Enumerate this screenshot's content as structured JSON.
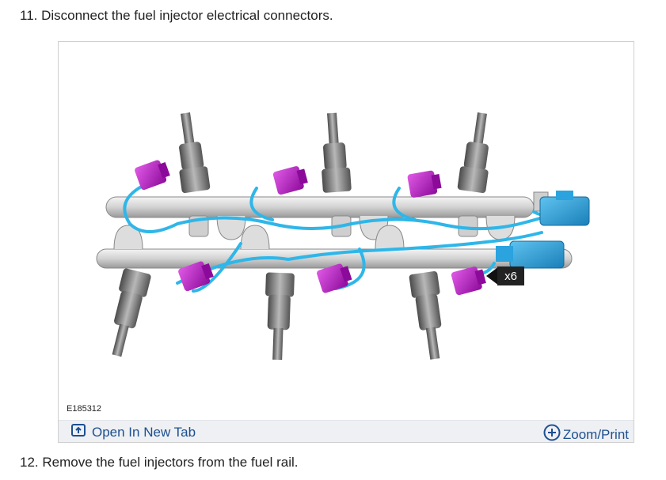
{
  "steps": [
    {
      "text": "11. Disconnect the fuel injector electrical connectors."
    },
    {
      "text": "12. Remove the fuel injectors from the fuel rail."
    }
  ],
  "figure": {
    "figure_id": "E185312",
    "callout": "x6",
    "open_new_tab_label": "Open In New Tab",
    "zoom_print_label": "Zoom/Print",
    "colors": {
      "connector": "#b815c8",
      "harness": "#2fb6e8",
      "main_connector": "#2aa3df",
      "rail": "#d9d9d9",
      "injector": "#7a7a7a",
      "link": "#1d4f91"
    },
    "icons": [
      "open-new-tab-icon",
      "zoom-plus-circle-icon"
    ]
  }
}
